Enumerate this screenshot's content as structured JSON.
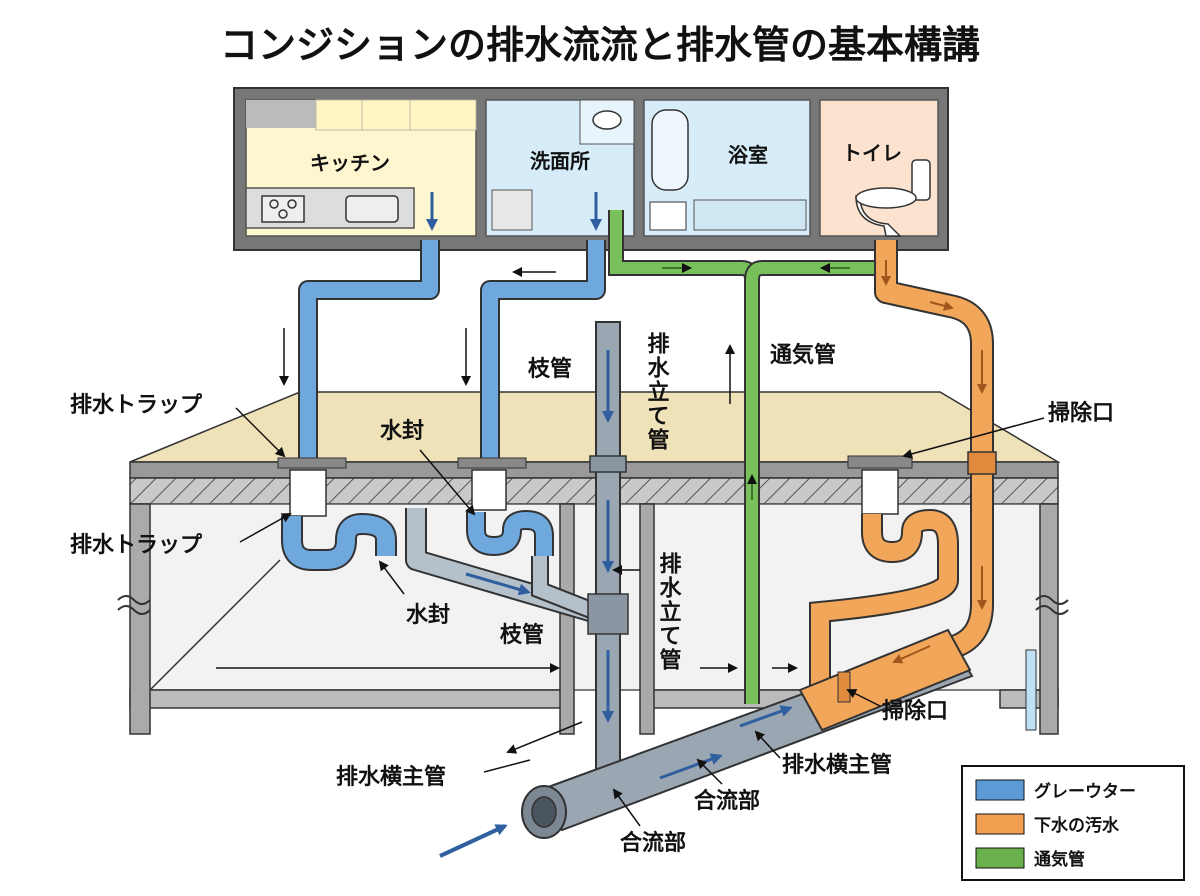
{
  "title": "コンジションの排水流流と排水管の基本構講",
  "rooms": {
    "kitchen": "キッチン",
    "washroom": "洗面所",
    "bathroom": "浴室",
    "toilet": "トイレ"
  },
  "labels": {
    "drain_trap_upper": "排水トラップ",
    "drain_trap_lower": "排水トラップ",
    "water_seal_upper": "水封",
    "water_seal_lower": "水封",
    "branch_pipe_upper": "枝管",
    "branch_pipe_lower": "枝管",
    "drain_stack_upper": "排水立て管",
    "drain_stack_lower": "排水立て管",
    "vent_pipe": "通気管",
    "cleanout_upper": "掃除口",
    "cleanout_lower": "掃除口",
    "main_horizontal_left": "排水横主管",
    "main_horizontal_right": "排水横主管",
    "junction_left": "合流部",
    "junction_right": "合流部"
  },
  "legend": [
    {
      "label": "グレーウター",
      "color": "#5b9bd5"
    },
    {
      "label": "下水の汚水",
      "color": "#f0a050"
    },
    {
      "label": "通気管",
      "color": "#6ab04c"
    }
  ],
  "colors": {
    "graywater": "#5b9bd5",
    "sewage": "#f0a050",
    "vent": "#6ab04c",
    "pipe_gray": "#9aa7b3",
    "floor": "#efe2b8"
  }
}
